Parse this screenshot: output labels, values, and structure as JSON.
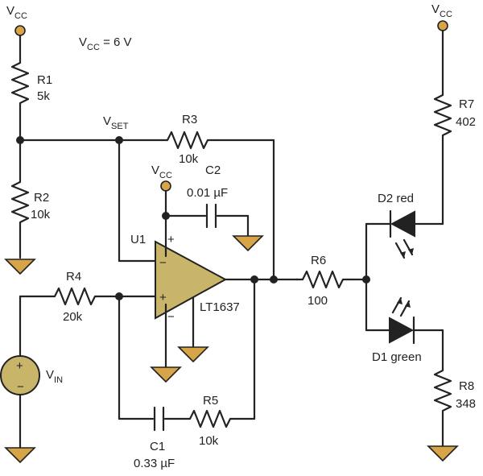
{
  "supply": {
    "vcc_left_main": "V",
    "vcc_left_sub": "CC",
    "vcc_right_main": "V",
    "vcc_right_sub": "CC",
    "vcc_c2_main": "V",
    "vcc_c2_sub": "CC",
    "note_main": "V",
    "note_sub": "CC",
    "note_rest": " = 6 V"
  },
  "vset": {
    "main": "V",
    "sub": "SET"
  },
  "vin": {
    "main": "V",
    "sub": "IN"
  },
  "resistors": {
    "r1": {
      "name": "R1",
      "value": "5k"
    },
    "r2": {
      "name": "R2",
      "value": "10k"
    },
    "r3": {
      "name": "R3",
      "value": "10k"
    },
    "r4": {
      "name": "R4",
      "value": "20k"
    },
    "r5": {
      "name": "R5",
      "value": "10k"
    },
    "r6": {
      "name": "R6",
      "value": "100"
    },
    "r7": {
      "name": "R7",
      "value": "402"
    },
    "r8": {
      "name": "R8",
      "value": "348"
    }
  },
  "capacitors": {
    "c1": {
      "name": "C1",
      "value": "0.33 µF"
    },
    "c2": {
      "name": "C2",
      "value": "0.01 µF"
    }
  },
  "opamp": {
    "ref": "U1",
    "part": "LT1637",
    "minus": "−",
    "plus": "+",
    "vplus": "+",
    "vminus": "−"
  },
  "source": {
    "plus": "+",
    "minus": "−"
  },
  "diodes": {
    "d1": "D1 green",
    "d2": "D2 red"
  },
  "colors": {
    "wire": "#222222",
    "component_fill": "#c9b56a",
    "terminal_fill": "#d7a447"
  }
}
